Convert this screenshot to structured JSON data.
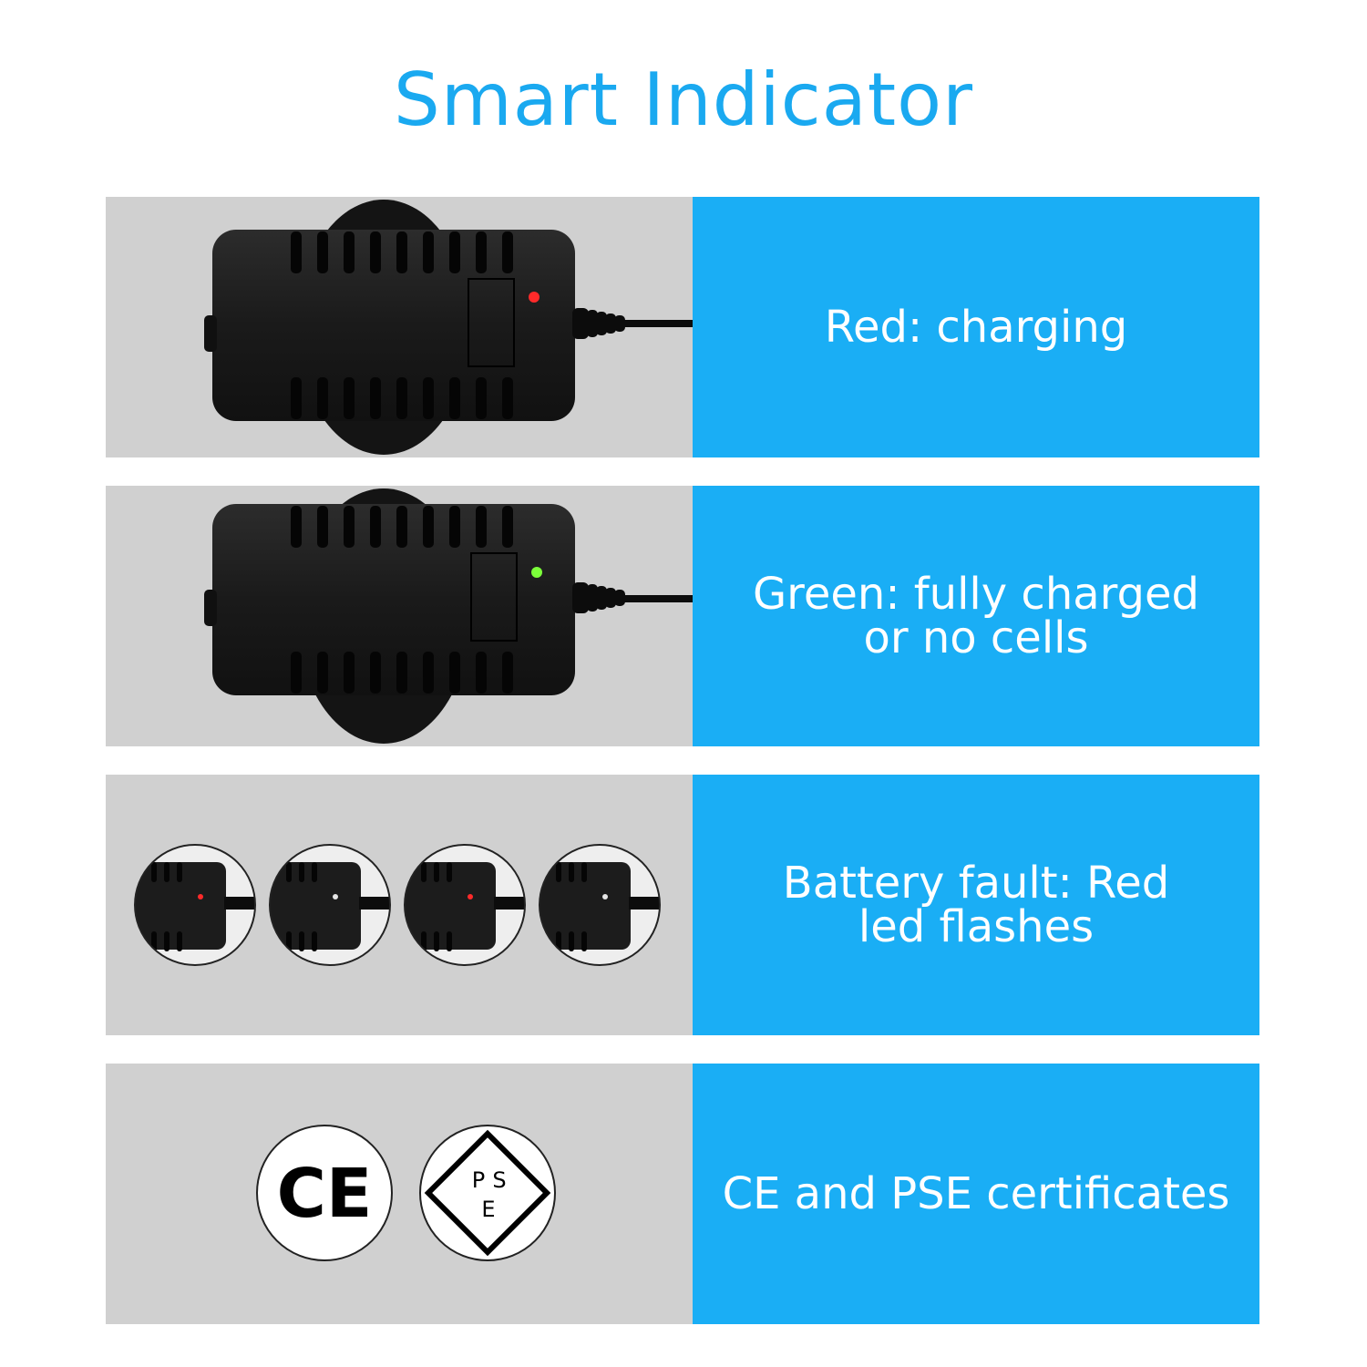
{
  "title": "Smart Indicator",
  "colors": {
    "accent": "#1aa9f0",
    "panel_blue": "#1aaef5",
    "panel_gray": "#d0d0d0",
    "led_red": "#ff2a2a",
    "led_green": "#7cff3a",
    "led_off": "#e6e6e6"
  },
  "rows": [
    {
      "text_lines": [
        "Red: charging"
      ],
      "led": "red"
    },
    {
      "text_lines": [
        "Green: fully charged",
        "or no cells"
      ],
      "led": "green"
    },
    {
      "text_lines": [
        "Battery fault: Red",
        "led flashes"
      ],
      "led_sequence": [
        "red",
        "off",
        "red",
        "off"
      ]
    },
    {
      "text_lines": [
        "CE and PSE certificates"
      ],
      "marks": [
        "CE",
        "PSE"
      ]
    }
  ],
  "marks": {
    "ce": "CE",
    "pse": [
      "P",
      "S",
      "E"
    ]
  }
}
